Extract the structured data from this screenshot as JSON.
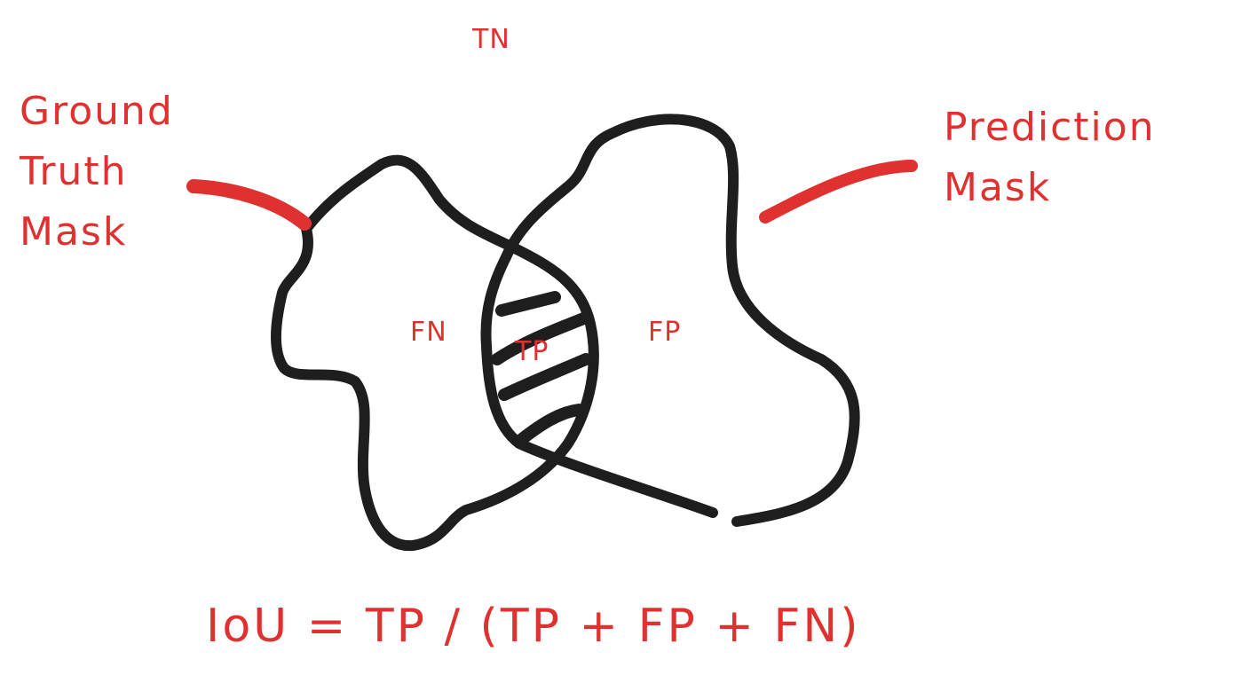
{
  "labels": {
    "tn": "TN",
    "fn": "FN",
    "tp": "TP",
    "fp": "FP",
    "ground_truth": [
      "Ground",
      "Truth",
      "Mask"
    ],
    "prediction": [
      "Prediction",
      "Mask"
    ],
    "formula": "IoU = TP / (TP + FP + FN)"
  },
  "colors": {
    "accent": "#e03131",
    "stroke": "#1e1e1e",
    "background": "#ffffff"
  }
}
